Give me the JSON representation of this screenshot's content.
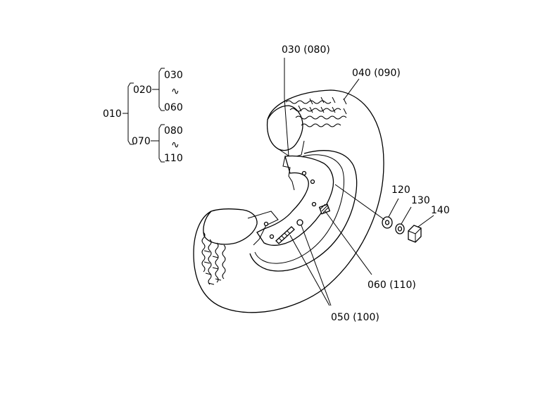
{
  "tree": {
    "root": "010",
    "group_a": {
      "node": "020",
      "first": "030",
      "range_sym": "∿",
      "last": "060"
    },
    "group_b": {
      "node": "070",
      "first": "080",
      "range_sym": "∿",
      "last": "110"
    }
  },
  "callouts": {
    "c030": "030 (080)",
    "c040": "040 (090)",
    "c050": "050 (100)",
    "c060": "060  (110)",
    "c120": "120",
    "c130": "130",
    "c140": "140"
  }
}
